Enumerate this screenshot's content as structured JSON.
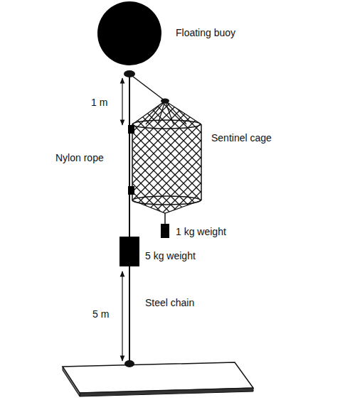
{
  "diagram": {
    "labels": [
      "Floating buoy",
      "1 m",
      "Sentinel cage",
      "Nylon rope",
      "1 kg weight",
      "5 kg weight",
      "Steel chain",
      "5 m"
    ]
  }
}
